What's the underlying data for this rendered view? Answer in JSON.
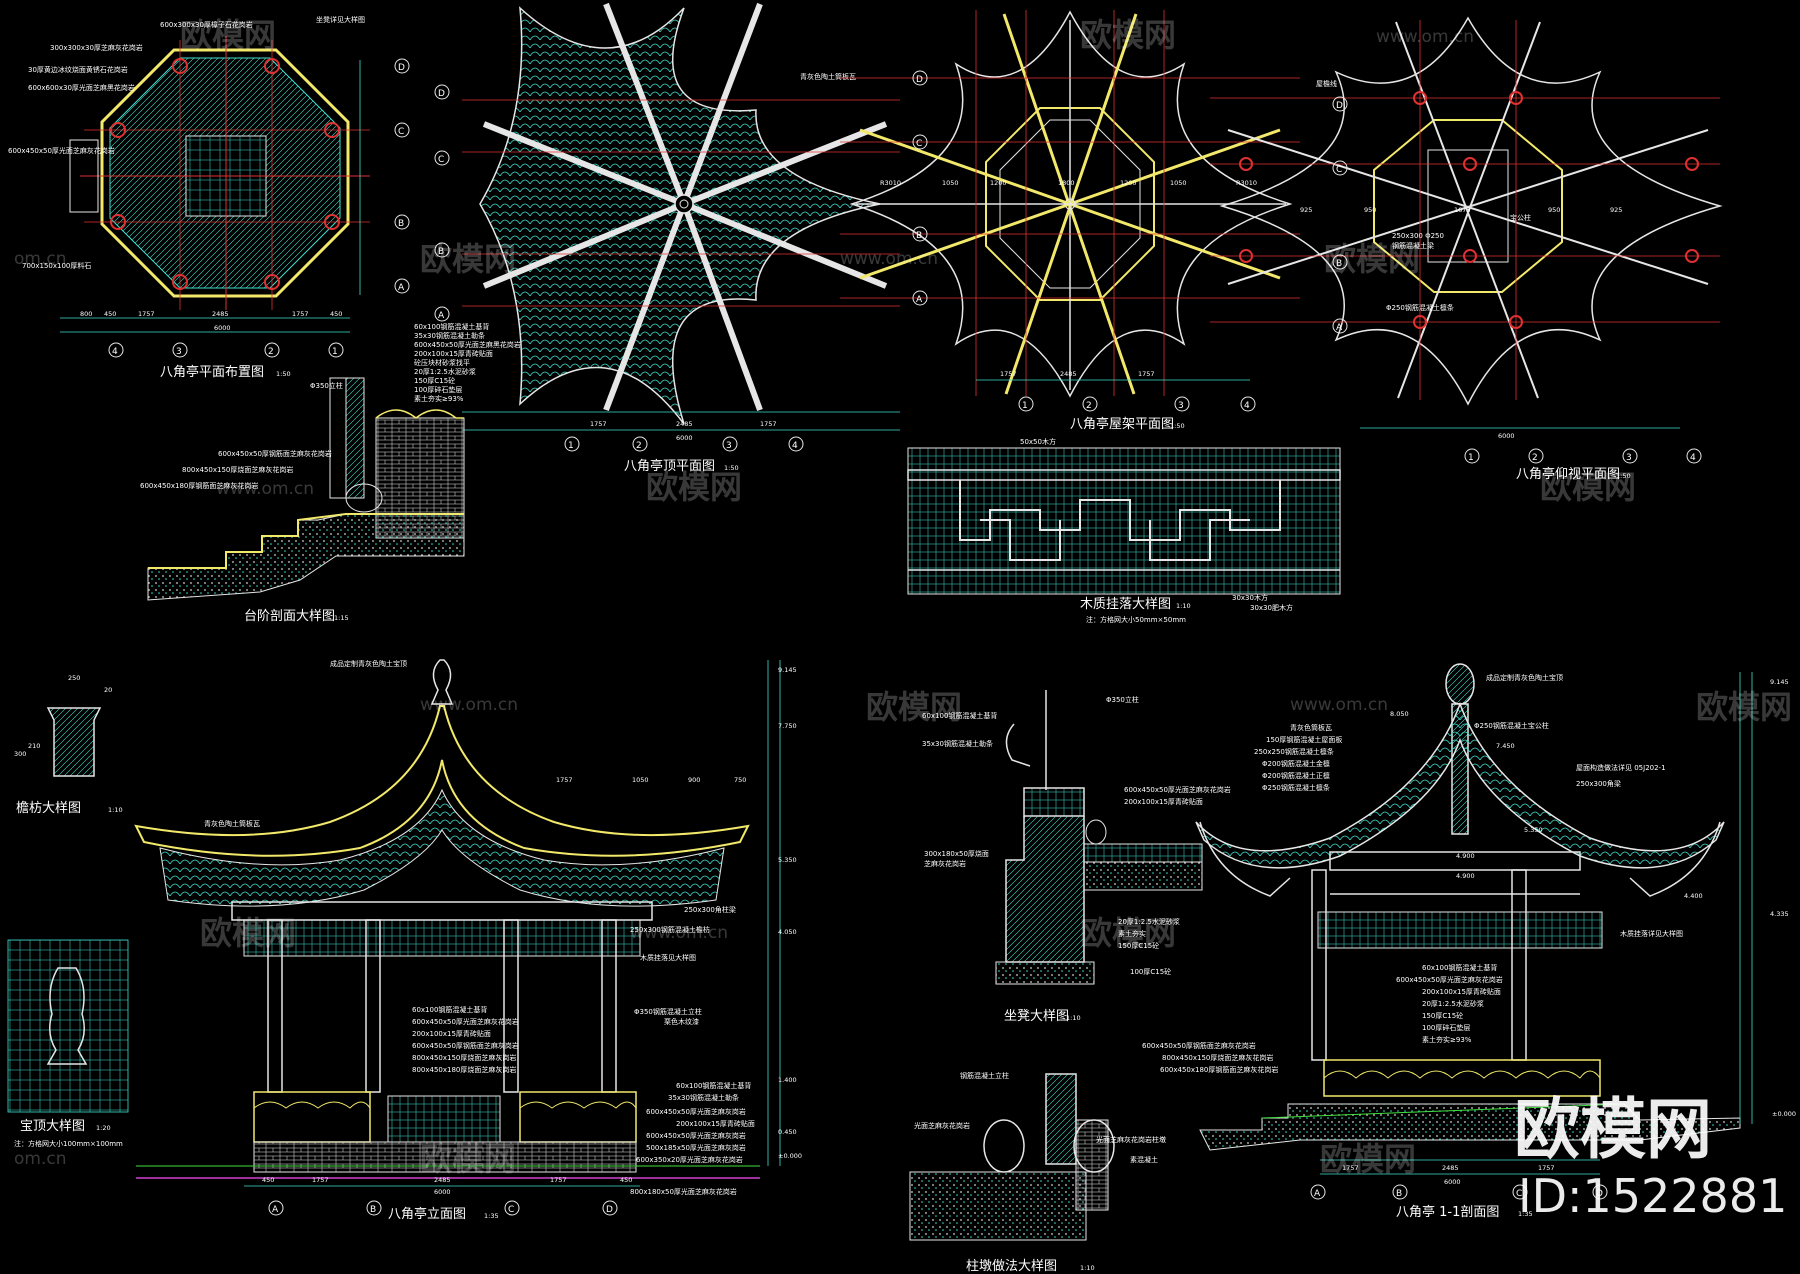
{
  "titles": {
    "plan_layout": "八角亭平面布置图",
    "plan_layout_scale": "1:50",
    "roof_plan": "八角亭顶平面图",
    "roof_plan_scale": "1:50",
    "roof_frame": "八角亭屋架平面图",
    "roof_frame_scale": "1:50",
    "ceiling_plan": "八角亭仰视平面图",
    "ceiling_plan_scale": "1:50",
    "step_section": "台阶剖面大样图",
    "step_section_scale": "1:15",
    "hanging_lattice": "木质挂落大样图",
    "hanging_lattice_scale": "1:10",
    "hanging_lattice_note": "注：方格网大小50mm×50mm",
    "beam_detail": "檐枋大样图",
    "beam_detail_scale": "1:10",
    "finial_detail": "宝顶大样图",
    "finial_detail_scale": "1:20",
    "finial_note": "注：方格网大小100mm×100mm",
    "elevation": "八角亭立面图",
    "elevation_scale": "1:35",
    "bench_detail": "坐凳大样图",
    "bench_detail_scale": "1:10",
    "pier_detail": "柱墩做法大样图",
    "pier_detail_scale": "1:10",
    "section": "八角亭 1-1剖面图",
    "section_scale": "1:35"
  },
  "grid_labels": {
    "numbers": [
      "1",
      "2",
      "3",
      "4"
    ],
    "letters": [
      "A",
      "B",
      "C",
      "D"
    ]
  },
  "dimensions": {
    "plan_bottom": [
      "800",
      "450",
      "1757",
      "2485",
      "1757",
      "450"
    ],
    "plan_total": "6000",
    "roof_bottom": [
      "1757",
      "2485",
      "1757"
    ],
    "roof_total": "6000",
    "frame_mid": [
      "R3010",
      "1050",
      "1200",
      "1800",
      "1200",
      "1050",
      "R3010"
    ],
    "ceiling_mid": [
      "925",
      "950",
      "1673",
      "950",
      "925"
    ],
    "elevation_top": [
      "1757",
      "1050",
      "900",
      "750"
    ],
    "elevation_bottom": [
      "450",
      "1757",
      "2485",
      "1757",
      "450"
    ],
    "elevation_total": "6000",
    "elevation_levels": [
      "9.145",
      "7.750",
      "5.350",
      "4.050",
      "1.400",
      "0.450",
      "±0.000"
    ],
    "section_levels": [
      "9.145",
      "8.050",
      "7.450",
      "5.350",
      "4.900",
      "4.900",
      "4.400",
      "4.335",
      "±0.000"
    ],
    "section_bottom": [
      "1757",
      "2485",
      "1757"
    ],
    "section_total": "6000",
    "beam_dims": [
      "250",
      "20",
      "300",
      "210"
    ]
  },
  "notes": {
    "plan_layout": [
      "600x300x30厚樟子石花岗岩",
      "300x300x30厚芝麻灰花岗岩",
      "30厚黄边冰纹烧面黄锈石花岗岩",
      "600x600x30厚光面芝麻黑花岗岩",
      "600x450x50厚光面芝麻灰花岗岩",
      "700x150x100厚料石",
      "坐凳详见大样图"
    ],
    "roof_plan": [
      "青灰色陶土筒板瓦"
    ],
    "ceiling_plan": [
      "屋檐线",
      "250x300 Φ250",
      "钢筋混凝土梁",
      "Φ250钢筋混凝土檩条",
      "宝公柱"
    ],
    "step_section": [
      "60x100钢筋混凝土基背",
      "35x30钢筋混凝土勒条",
      "600x450x50厚光面芝麻黑花岗岩",
      "200x100x15厚青砖贴面",
      "砼压块材砂浆找平",
      "20厚1:2.5水泥砂浆",
      "150厚C15砼",
      "100厚碎石垫层",
      "素土夯实≥93%",
      "600x450x50厚钢筋面芝麻灰花岗岩",
      "800x450x150厚烧面芝麻灰花岗岩",
      "600x450x180厚钢筋面芝麻灰花岗岩",
      "Φ350立柱"
    ],
    "hanging_lattice": [
      "50x50木方",
      "30x30木方",
      "30x30肥木方"
    ],
    "elevation": [
      "成品定制青灰色陶土宝顶",
      "青灰色陶土筒板瓦",
      "250x300角柱梁",
      "250x300钢筋混凝土檐枋",
      "木质挂落见大样图",
      "Φ350钢筋混凝土立柱",
      "栗色木纹漆",
      "60x100钢筋混凝土基背",
      "35x30钢筋混凝土勒条",
      "600x450x50厚光面芝麻灰岗岩",
      "200x100x15厚青砖贴面",
      "600x450x50厚光面芝麻灰岗岩",
      "500x185x50厚光面芝麻灰岗岩",
      "600x350x20厚光面芝麻灰花岗岩",
      "800x180x50厚光面芝麻灰花岗岩"
    ],
    "elevation_inner": [
      "60x100钢筋混凝土基背",
      "600x450x50厚光面芝麻灰花岗岩",
      "200x100x15厚青砖贴面",
      "600x450x50厚钢筋面芝麻灰岗岩",
      "800x450x150厚烧面芝麻灰岗岩",
      "800x450x180厚烧面芝麻灰岗岩"
    ],
    "bench_detail": [
      "Φ350立柱",
      "60x100钢筋混凝土基背",
      "35x30钢筋混凝土勒条",
      "600x450x50厚光面芝麻灰花岗岩",
      "200x100x15厚青砖贴面",
      "300x180x50厚烧面",
      "芝麻灰花岗岩",
      "20厚1:2.5水泥砂浆",
      "素土夯实",
      "150厚C15砼",
      "100厚C15砼"
    ],
    "pier_detail": [
      "钢筋混凝土立柱",
      "光面芝麻灰花岗岩",
      "光面芝麻灰花岗岩柱墩",
      "素混凝土"
    ],
    "section": [
      "成品定制青灰色陶土宝顶",
      "Φ250钢筋混凝土宝公柱",
      "青灰色筒板瓦",
      "150厚钢筋混凝土屋面板",
      "250x250钢筋混凝土檩条",
      "Φ200钢筋混凝土金檩",
      "Φ200钢筋混凝土正檩",
      "Φ250钢筋混凝土檩条",
      "屋面构造做法详见 05J202-1",
      "250x300角梁",
      "木质挂落详见大样图",
      "60x100钢筋混凝土基背",
      "600x450x50厚光面芝麻灰花岗岩",
      "200x100x15厚青砖贴面",
      "20厚1:2.5水泥砂浆",
      "150厚C15砼",
      "100厚碎石垫层",
      "素土夯实≥93%",
      "600x450x50厚钢筋面芝麻灰花岗岩",
      "800x450x150厚烧面芝麻灰花岗岩",
      "600x450x180厚钢筋面芝麻灰花岗岩"
    ]
  },
  "watermarks": {
    "brand_cn": "欧模网",
    "url": "www.om.cn",
    "url_short": "om.cn"
  },
  "brand_mark": {
    "name": "欧模网",
    "id": "ID:1522881"
  },
  "colors": {
    "background": "#000000",
    "cyan": "#3fe0d0",
    "yellow": "#f2e86a",
    "red": "#e03030",
    "white": "#ffffff",
    "green": "#40e040",
    "magenta": "#d040d0"
  }
}
